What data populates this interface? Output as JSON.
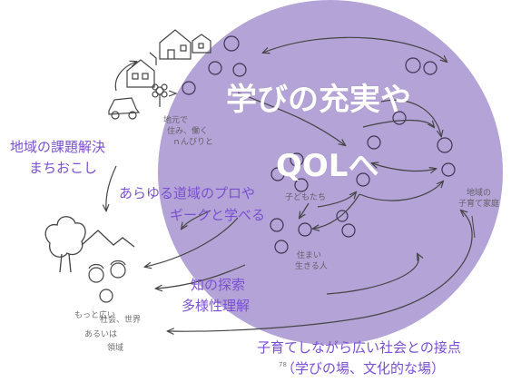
{
  "title_lines": [
    "学びの充実や",
    "QOLへ"
  ],
  "colors": {
    "circle_fill": "#b4a3d6",
    "label_text": "#7a4fd1",
    "title_text": "#ffffff",
    "sketch_stroke": "#444444"
  },
  "labels": {
    "community": [
      "地域の課題解決",
      "まちおこし"
    ],
    "experts": [
      "あらゆる道域のプロや",
      "ギークと学べる"
    ],
    "knowledge": [
      "知の探索",
      "多様性理解"
    ],
    "parenting": [
      "子育てしながら広い社会との接点",
      "（学びの場、文化的な場）"
    ]
  },
  "handwritten": {
    "local_work": [
      "地元で",
      "住み、働く",
      "ｎんびりと"
    ],
    "kids": [
      "子どもたち"
    ],
    "seniors": [
      "住まい",
      "生きる人"
    ],
    "local_family": [
      "地域の",
      "子育て家庭"
    ],
    "wider_world": [
      "もっと広い",
      "社会、世界",
      "あるいは",
      "領域"
    ]
  },
  "page_number": "78"
}
